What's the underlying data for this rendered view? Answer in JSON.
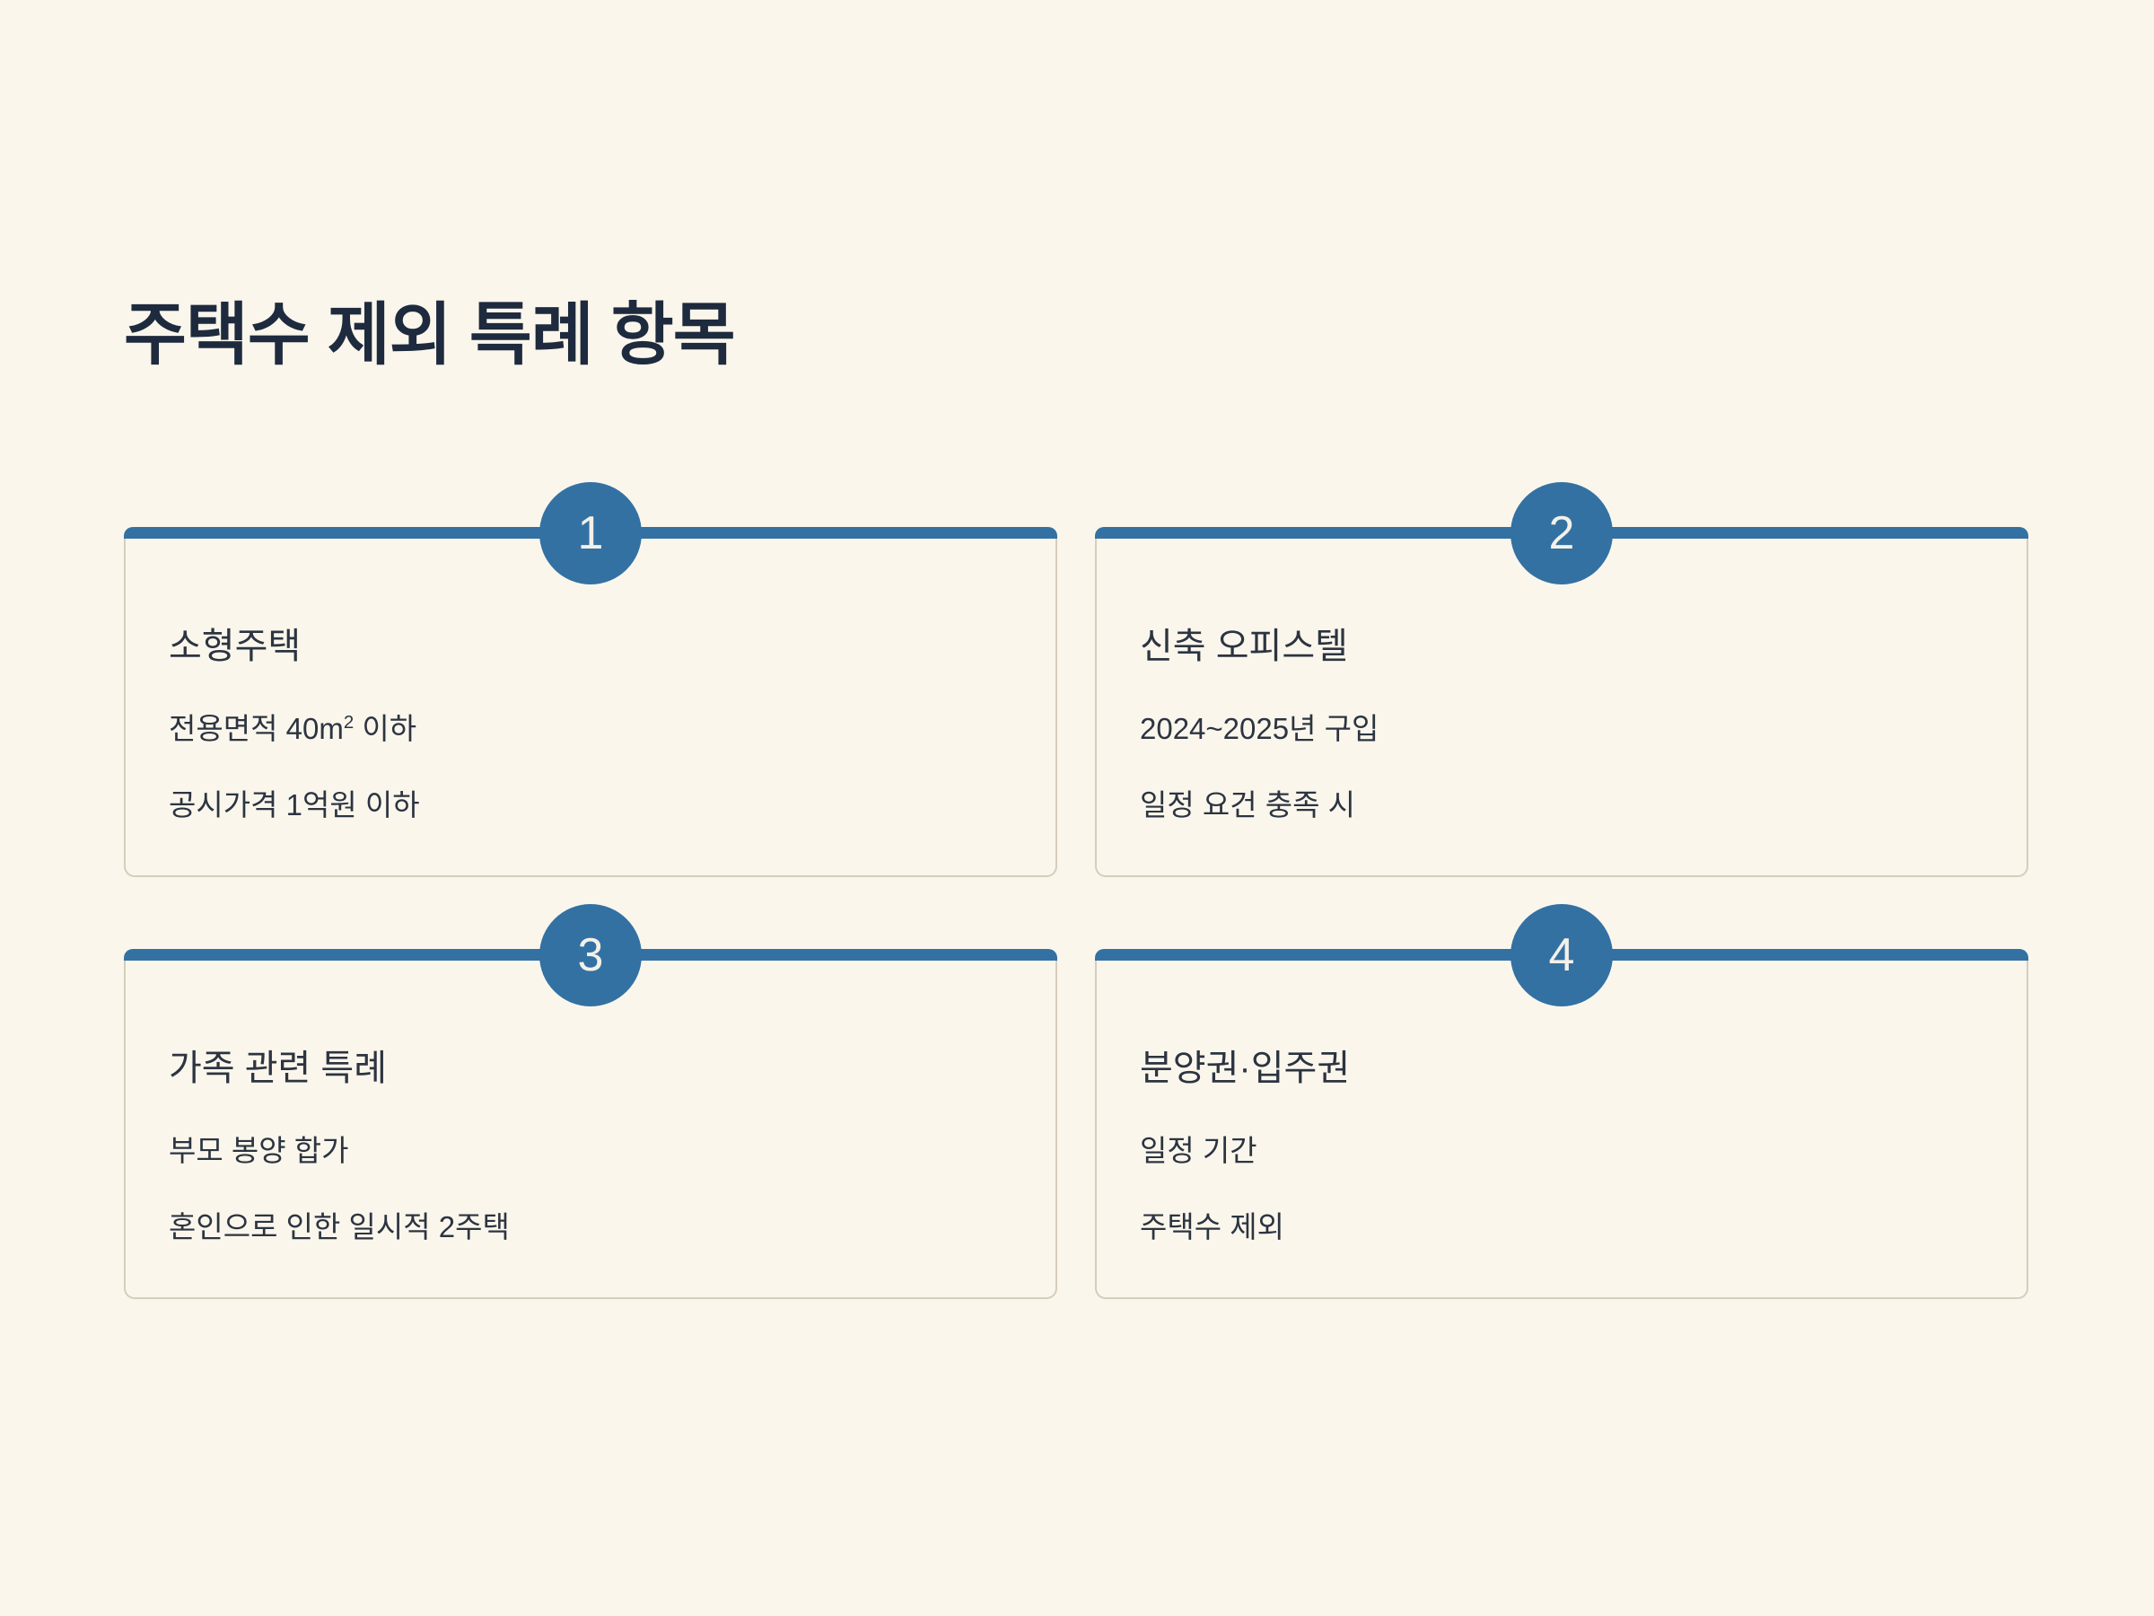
{
  "page": {
    "title": "주택수 제외 특례 항목",
    "background_color": "#FAF6EC",
    "accent_color": "#3371A3",
    "title_color": "#1E2A3D",
    "text_color": "#2C3440",
    "card_border_color": "#D6CDBB"
  },
  "cards": [
    {
      "number": "1",
      "heading": "소형주택",
      "lines": [
        {
          "prefix": "전용면적 40m",
          "sup": "2",
          "suffix": " 이하",
          "full": "전용면적 40㎡ 이하"
        },
        {
          "prefix": "공시가격 1억원 이하",
          "sup": "",
          "suffix": "",
          "full": "공시가격 1억원 이하"
        }
      ]
    },
    {
      "number": "2",
      "heading": "신축 오피스텔",
      "lines": [
        {
          "prefix": "2024~2025년 구입",
          "sup": "",
          "suffix": "",
          "full": "2024~2025년 구입"
        },
        {
          "prefix": "일정 요건 충족 시",
          "sup": "",
          "suffix": "",
          "full": "일정 요건 충족 시"
        }
      ]
    },
    {
      "number": "3",
      "heading": "가족 관련 특례",
      "lines": [
        {
          "prefix": "부모 봉양 합가",
          "sup": "",
          "suffix": "",
          "full": "부모 봉양 합가"
        },
        {
          "prefix": "혼인으로 인한 일시적 2주택",
          "sup": "",
          "suffix": "",
          "full": "혼인으로 인한 일시적 2주택"
        }
      ]
    },
    {
      "number": "4",
      "heading": "분양권·입주권",
      "lines": [
        {
          "prefix": "일정 기간",
          "sup": "",
          "suffix": "",
          "full": "일정 기간"
        },
        {
          "prefix": "주택수 제외",
          "sup": "",
          "suffix": "",
          "full": "주택수 제외"
        }
      ]
    }
  ]
}
